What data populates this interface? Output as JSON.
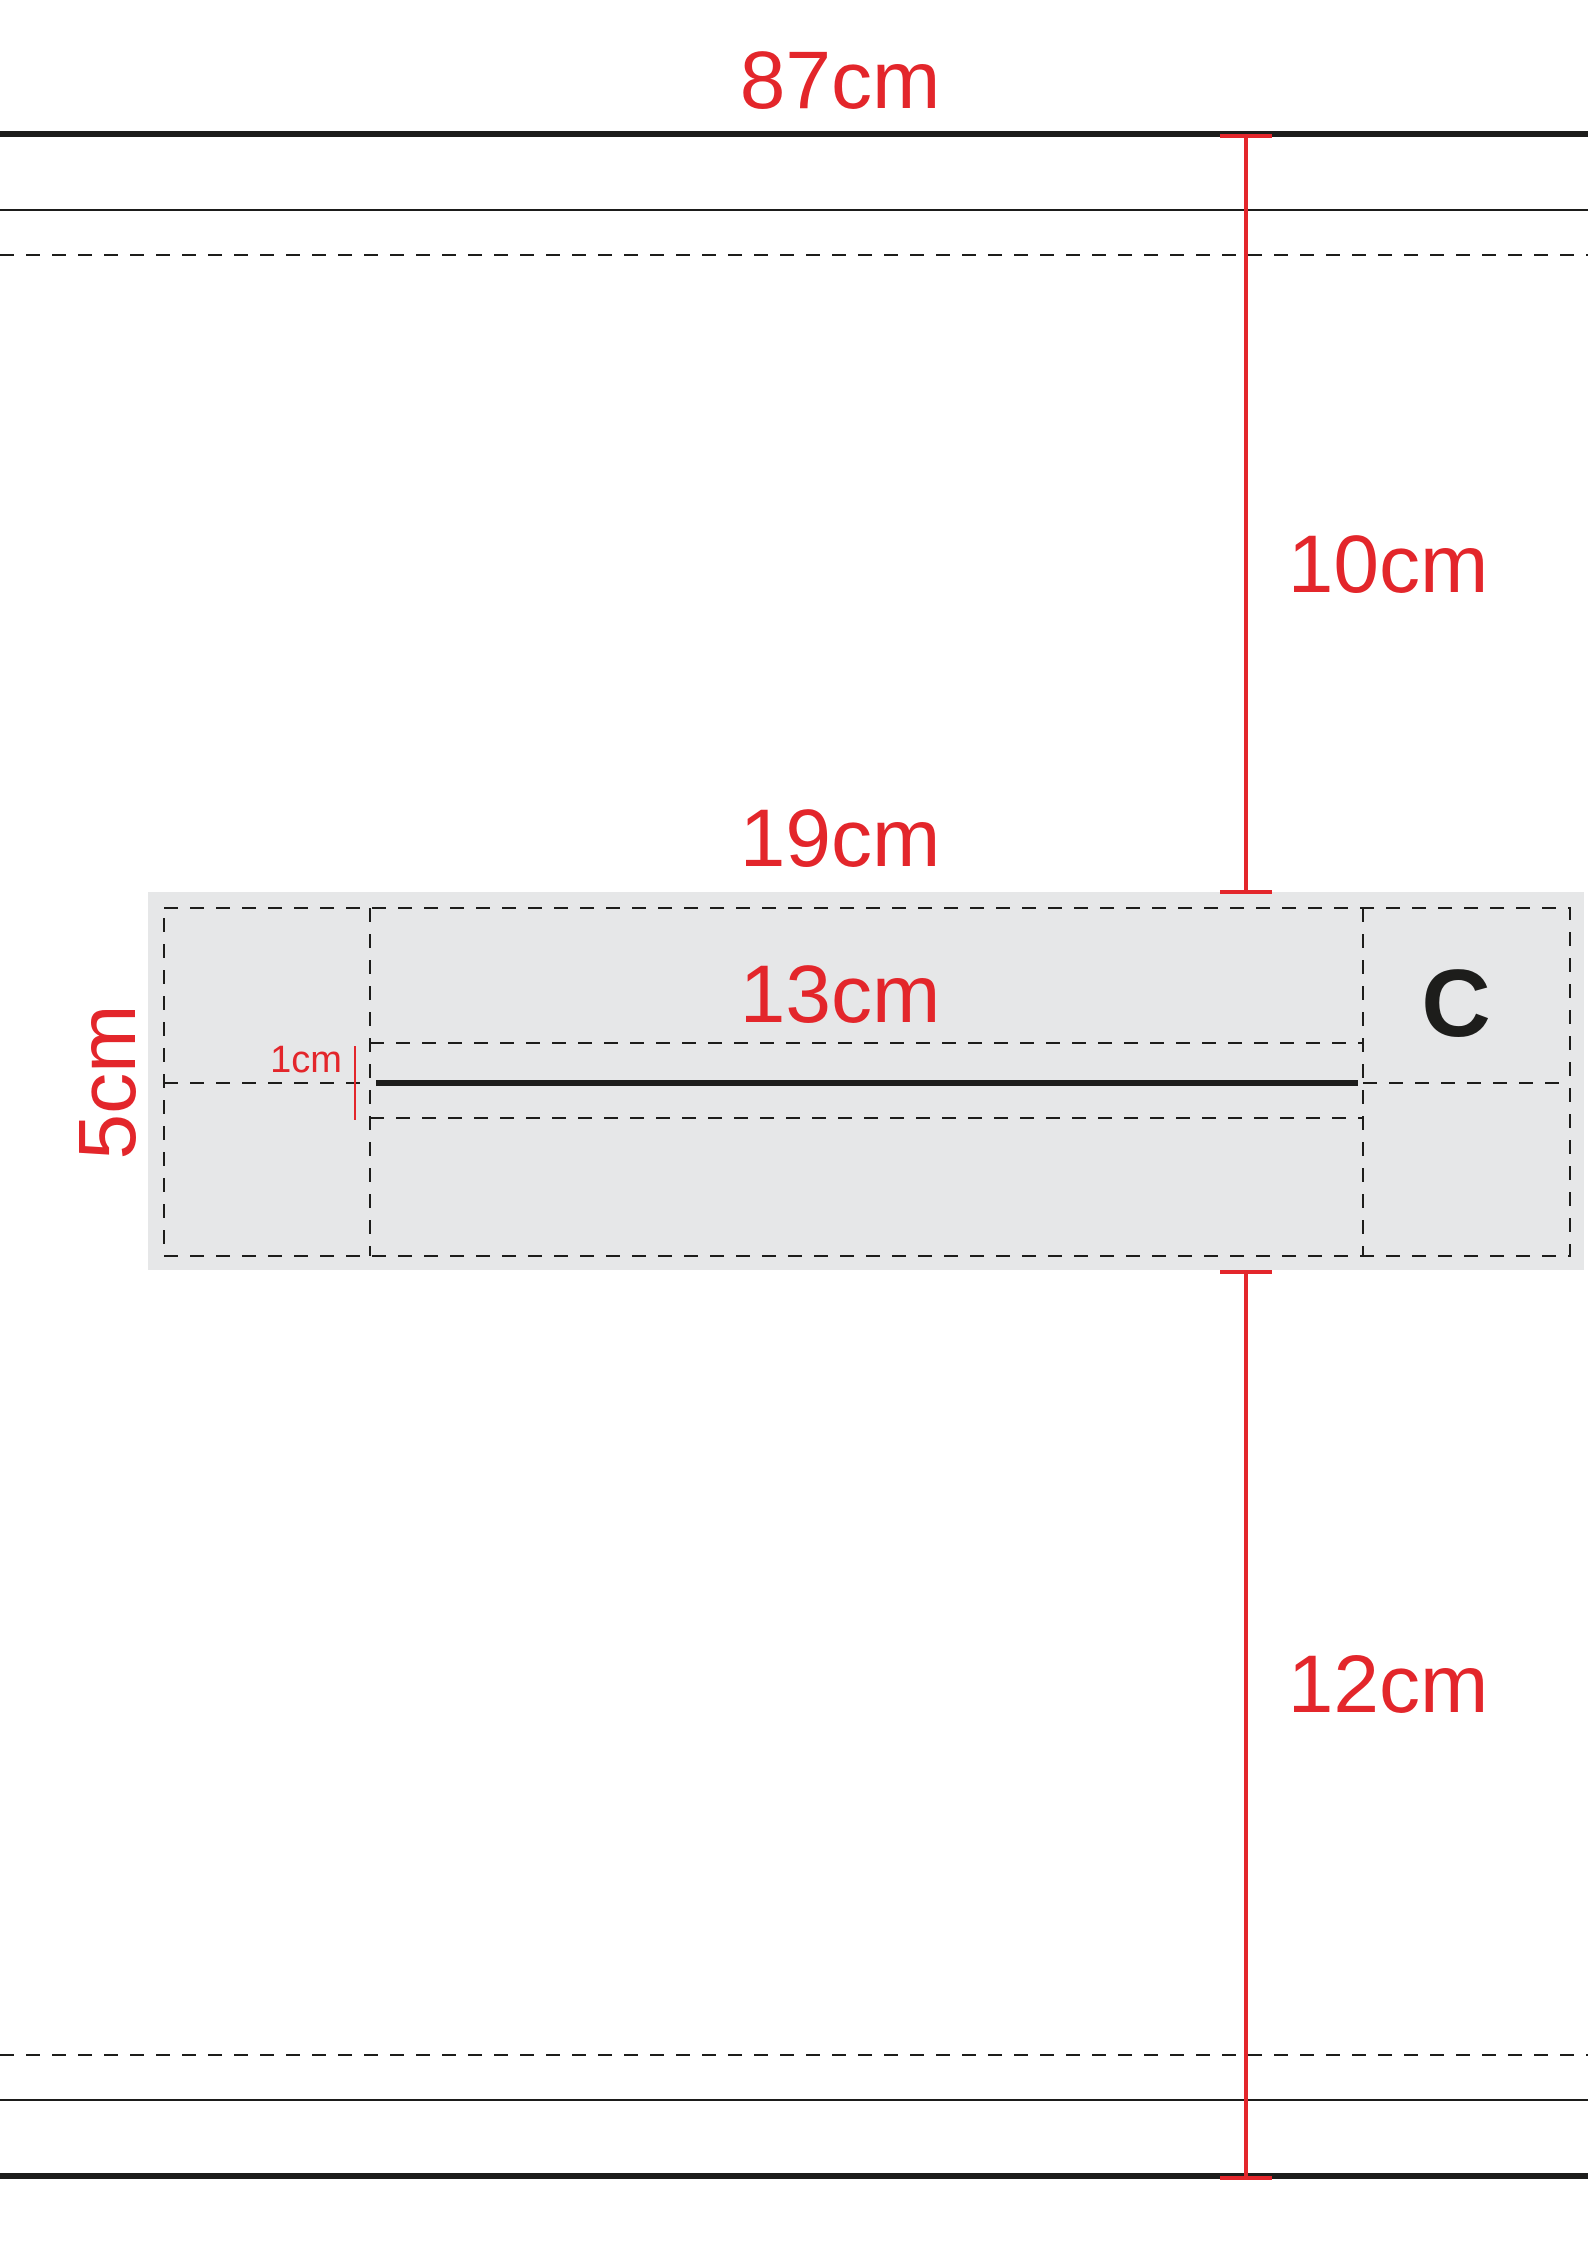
{
  "colors": {
    "dimension": "#e3262b",
    "outline": "#1d1d1b",
    "panel_fill": "#e6e7e8",
    "background": "#ffffff"
  },
  "dimensions": {
    "overall_width": "87cm",
    "top_gap": "10cm",
    "panel_width": "19cm",
    "slot_length": "13cm",
    "panel_height": "5cm",
    "slot_offset": "1cm",
    "bottom_gap": "12cm"
  },
  "part_label": "C"
}
